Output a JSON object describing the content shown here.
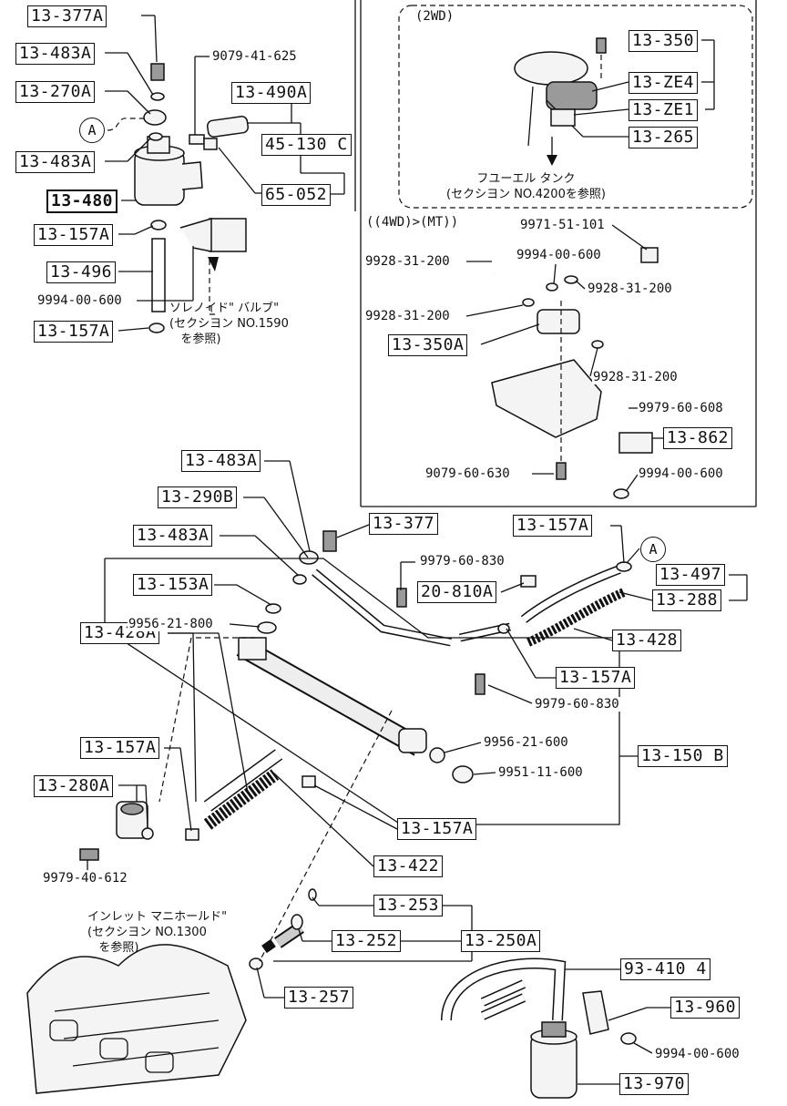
{
  "boxes": {
    "b13_377A": "13-377A",
    "b13_483A_1": "13-483A",
    "b13_270A": "13-270A",
    "b13_483A_2": "13-483A",
    "b13_480": "13-480",
    "b13_157A_1": "13-157A",
    "b13_496": "13-496",
    "b13_157A_2": "13-157A",
    "b13_490A": "13-490A",
    "b45_130C": "45-130 C",
    "b65_052": "65-052",
    "b13_350": "13-350",
    "b13_ZE4": "13-ZE4",
    "b13_ZE1": "13-ZE1",
    "b13_265": "13-265",
    "b13_350A": "13-350A",
    "b13_862": "13-862",
    "b13_483A_3": "13-483A",
    "b13_290B": "13-290B",
    "b13_483A_4": "13-483A",
    "b13_153A": "13-153A",
    "b13_377": "13-377",
    "b20_810A": "20-810A",
    "b13_157A_3": "13-157A",
    "b13_497": "13-497",
    "b13_288": "13-288",
    "b13_428": "13-428",
    "b13_157A_4": "13-157A",
    "b13_150B": "13-150 B",
    "b13_428A": "13-428A",
    "b13_157A_5": "13-157A",
    "b13_280A": "13-280A",
    "b13_157A_6": "13-157A",
    "b13_422": "13-422",
    "b13_253": "13-253",
    "b13_252": "13-252",
    "b13_250A": "13-250A",
    "b13_257": "13-257",
    "b93_4104": "93-410 4",
    "b13_960": "13-960",
    "b13_970": "13-970"
  },
  "labels": {
    "l9079_41_625": "9079-41-625",
    "l9994_00_600_a": "9994-00-600",
    "l9971_51_101": "9971-51-101",
    "l9928_31_200_a": "9928-31-200",
    "l9994_00_600_b": "9994-00-600",
    "l9928_31_200_b": "9928-31-200",
    "l9928_31_200_c": "9928-31-200",
    "l9928_31_200_d": "9928-31-200",
    "l9979_60_608": "9979-60-608",
    "l9079_60_630": "9079-60-630",
    "l9994_00_600_c": "9994-00-600",
    "l9979_60_830_a": "9979-60-830",
    "l9956_21_800": "9956-21-800",
    "l9979_60_830_b": "9979-60-830",
    "l9956_21_600": "9956-21-600",
    "l9951_11_600": "9951-11-600",
    "l9979_40_612": "9979-40-612",
    "l9994_00_600_d": "9994-00-600"
  },
  "notes": {
    "wd2": "(2WD)",
    "wd4": "((4WD)>(MT))",
    "fuel_tank": "フユーエル タンク\n(セクシヨン NO.4200を参照)",
    "solenoid": "ソレノイド\" バルブ\"\n(セクシヨン NO.1590\n   を参照)",
    "intake": "インレット マニホールド\"\n(セクシヨン NO.1300\n   を参照)"
  },
  "callouts": {
    "a1": "A",
    "a2": "A"
  }
}
